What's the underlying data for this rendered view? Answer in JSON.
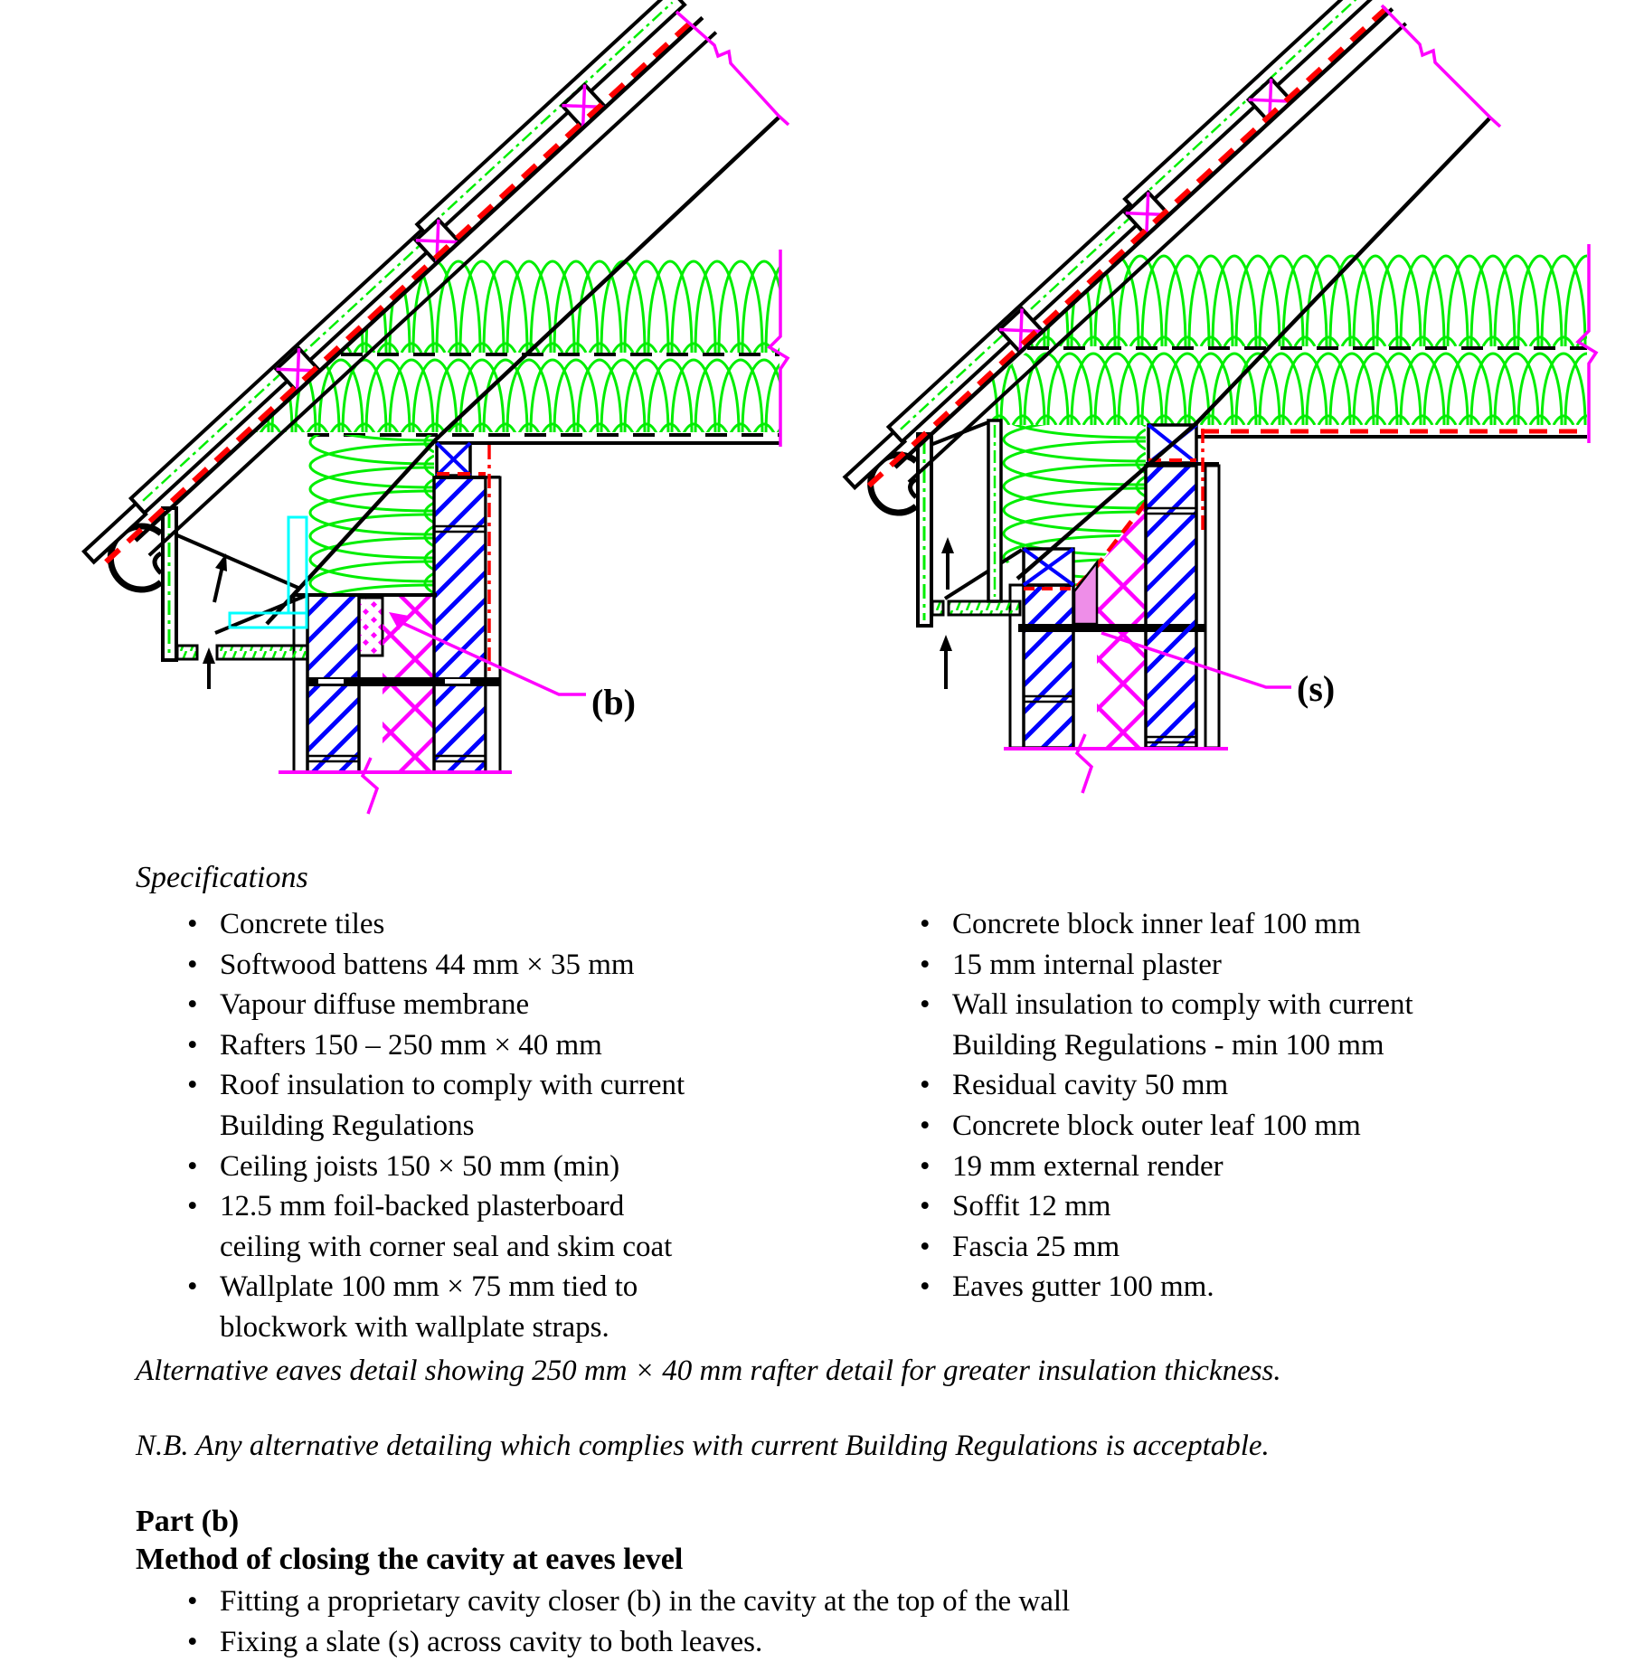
{
  "palette": {
    "insulation_green": "#00ee00",
    "break_magenta": "#ff00ff",
    "membrane_red": "#ff0000",
    "block_blue": "#0000ff",
    "vent_cyan": "#00ffff",
    "slate_pink": "#ee8ee8",
    "line_black": "#000000",
    "background": "#ffffff"
  },
  "diagrams": {
    "left_label": "(b)",
    "right_label": "(s)"
  },
  "specifications": {
    "title": "Specifications",
    "left_items": [
      "Concrete tiles",
      "Softwood battens 44 mm × 35 mm",
      "Vapour diffuse membrane",
      "Rafters 150 – 250 mm × 40 mm",
      "Roof insulation to comply with current\nBuilding Regulations",
      "Ceiling joists 150 × 50 mm (min)",
      "12.5 mm foil-backed plasterboard\nceiling with corner seal and skim coat",
      "Wallplate 100 mm × 75 mm tied to\nblockwork with wallplate straps."
    ],
    "right_items": [
      "Concrete block inner leaf 100 mm",
      "15 mm internal plaster",
      "Wall insulation to comply with current\nBuilding Regulations  - min 100 mm",
      "Residual cavity 50 mm",
      "Concrete block outer leaf 100 mm",
      "19 mm external render",
      "Soffit 12 mm",
      "Fascia 25 mm",
      "Eaves gutter 100 mm."
    ]
  },
  "notes": {
    "caption": "Alternative eaves detail showing 250 mm  × 40 mm rafter detail for greater insulation thickness.",
    "nb": "N.B.  Any alternative detailing which complies with current Building Regulations is acceptable."
  },
  "part_b": {
    "heading": "Part (b)",
    "subheading": "Method of closing the cavity at eaves level",
    "items": [
      "Fitting a proprietary cavity closer (b) in the cavity at the top of the wall",
      "Fixing a slate (s) across cavity to both leaves."
    ]
  }
}
